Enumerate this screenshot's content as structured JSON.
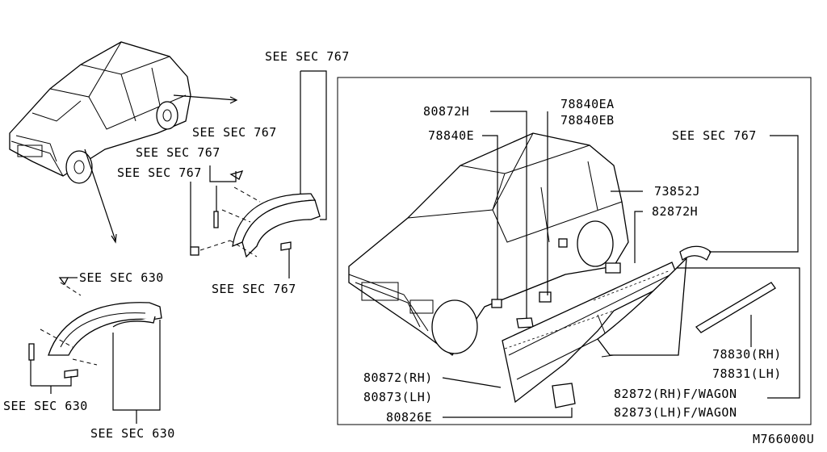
{
  "diagram_code": "M766000U",
  "labels": {
    "see_sec_767_top": "SEE SEC 767",
    "see_sec_767_a": "SEE SEC 767",
    "see_sec_767_b": "SEE SEC 767",
    "see_sec_767_c": "SEE SEC 767",
    "see_sec_767_lower": "SEE SEC 767",
    "see_sec_630_top": "SEE SEC 630",
    "see_sec_630_left": "SEE SEC 630",
    "see_sec_630_bottom": "SEE SEC 630",
    "p80872h": "80872H",
    "p78840e": "78840E",
    "p78840ea": "78840EA",
    "p78840eb": "78840EB",
    "see_sec_767_right": "SEE SEC 767",
    "p73852j": "73852J",
    "p82872h": "82872H",
    "p78830": "78830(RH)",
    "p78831": "78831(LH)",
    "p80872": "80872(RH)",
    "p80873": "80873(LH)",
    "p82872": "82872(RH)F/WAGON",
    "p82873": "82873(LH)F/WAGON",
    "p80826e": "80826E"
  }
}
